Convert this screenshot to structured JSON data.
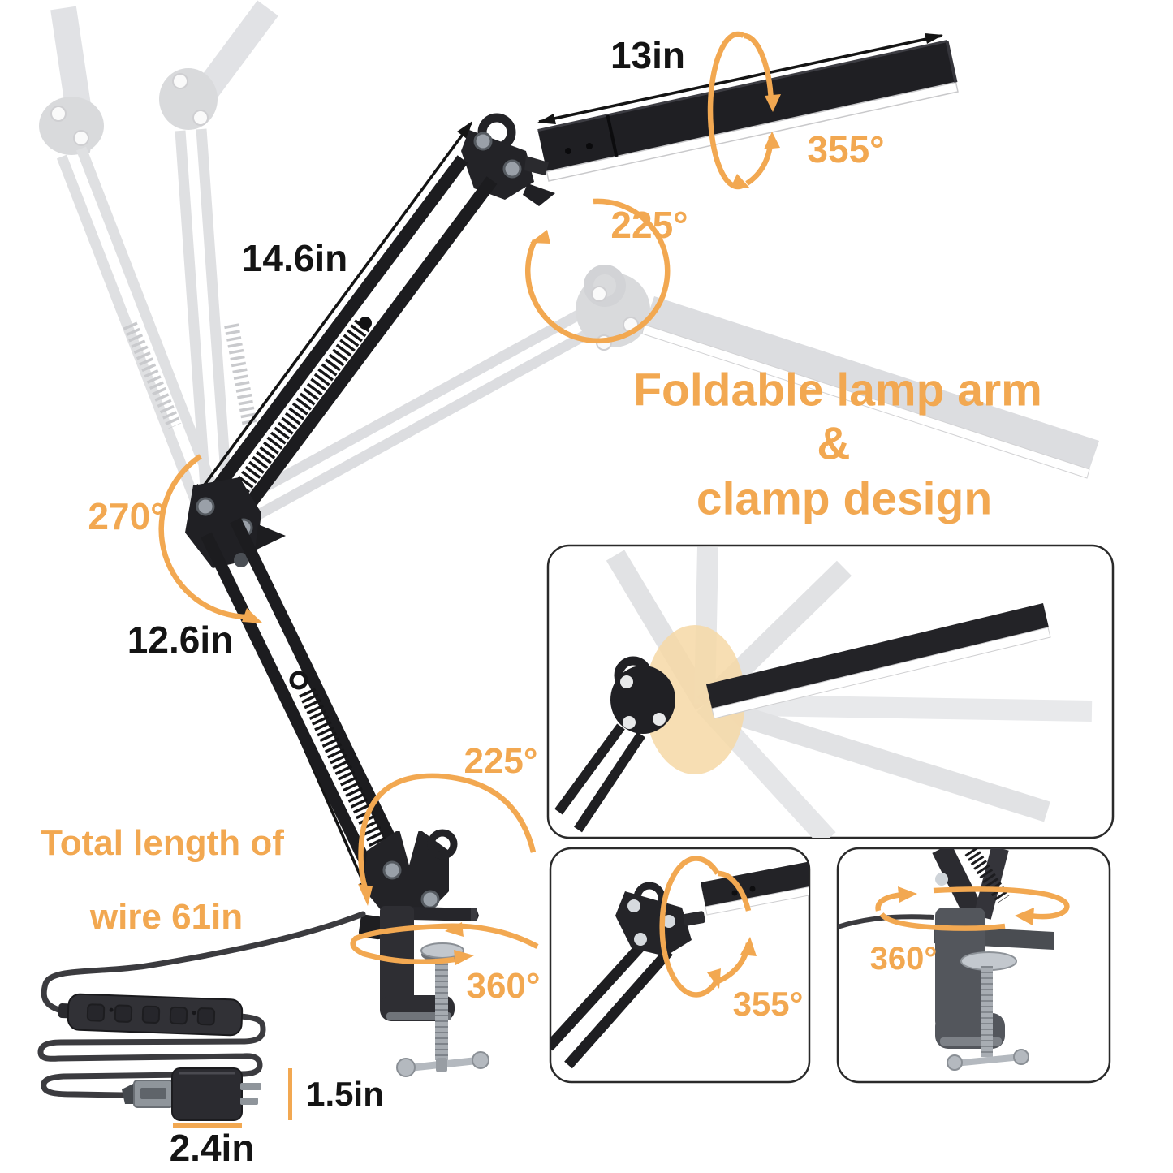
{
  "headline": {
    "line1": "Foldable lamp arm",
    "line2": "&",
    "line3": "clamp design"
  },
  "labels": {
    "head_length": "13in",
    "head_swivel": "355°",
    "head_tilt": "225°",
    "upper_arm_length": "14.6in",
    "elbow_rotation": "270°",
    "lower_arm_length": "12.6in",
    "base_tilt": "225°",
    "wire_note_line1": "Total length of",
    "wire_note_line2": "wire 61in",
    "base_swivel": "360°",
    "inset_head_swivel": "355°",
    "inset_clamp_swivel": "360°",
    "adapter_height": "1.5in",
    "adapter_width": "2.4in"
  },
  "colors": {
    "accent_orange": "#F2A851",
    "arm_black": "#1F1F23",
    "ghost_gray": "#DEDFE1",
    "dimension_black": "#141414",
    "clamp_gray": "#53565C"
  }
}
